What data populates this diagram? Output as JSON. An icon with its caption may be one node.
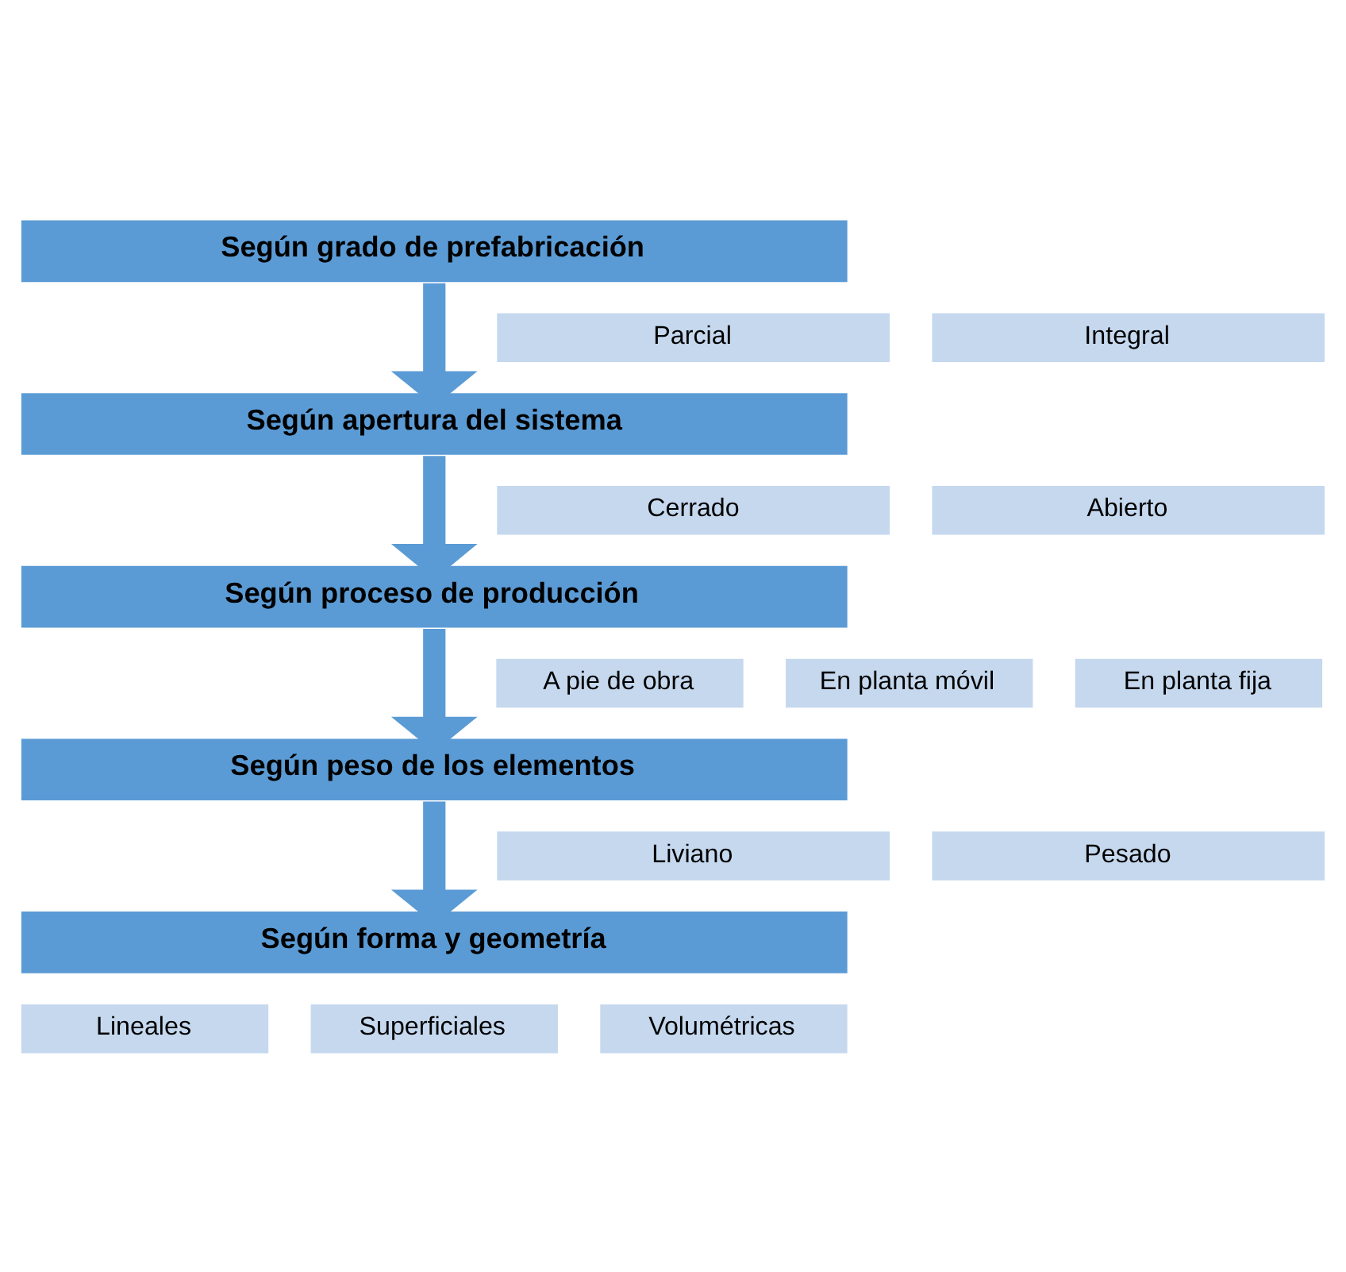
{
  "diagram": {
    "nodes": [
      {
        "text": [
          "Según grado de prefabricación"
        ]
      },
      {
        "text": [
          "Parcial"
        ]
      },
      {
        "text": [
          "Integral"
        ]
      },
      {
        "text": [
          "Según apertura del sistema"
        ]
      },
      {
        "text": [
          "Cerrado"
        ]
      },
      {
        "text": [
          "Abierto"
        ]
      },
      {
        "text": [
          "Según proceso de producción"
        ]
      },
      {
        "text": [
          "A pie de obra"
        ]
      },
      {
        "text": [
          "En planta móvil"
        ]
      },
      {
        "text": [
          "En planta fija"
        ]
      },
      {
        "text": [
          "Según peso de los elementos"
        ]
      },
      {
        "text": [
          "Liviano"
        ]
      },
      {
        "text": [
          "Pesado"
        ]
      },
      {
        "text": [
          "Según forma y geometría"
        ]
      },
      {
        "text": [
          "Lineales"
        ]
      },
      {
        "text": [
          "Superficiales"
        ]
      },
      {
        "text": [
          "Volumétricas"
        ]
      }
    ],
    "edges": [
      {
        "from": 0,
        "to": 3,
        "arrow": "to"
      },
      {
        "from": 3,
        "to": 6,
        "arrow": "to"
      },
      {
        "from": 6,
        "to": 10,
        "arrow": "to"
      },
      {
        "from": 10,
        "to": 13,
        "arrow": "to"
      }
    ]
  }
}
